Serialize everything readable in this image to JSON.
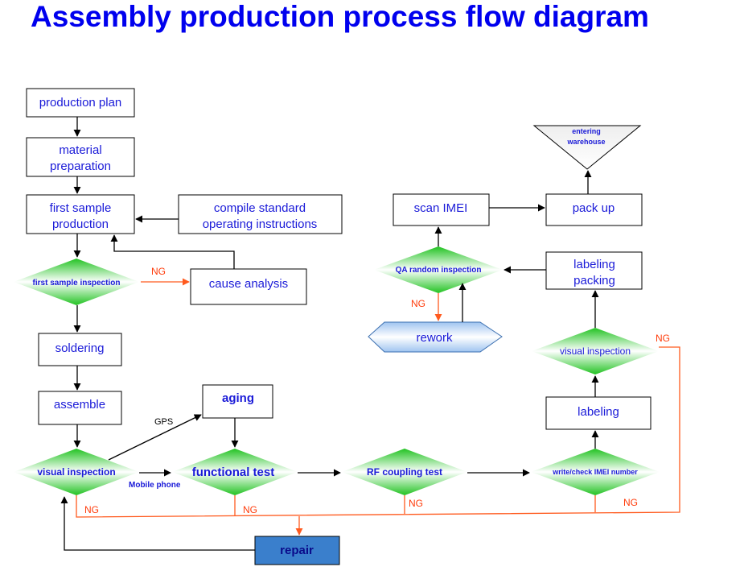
{
  "title": "Assembly production process flow diagram",
  "nodes": {
    "production_plan": "production plan",
    "material_prep_1": "material",
    "material_prep_2": "preparation",
    "first_sample_1": "first sample",
    "first_sample_2": "production",
    "compile_1": "compile standard",
    "compile_2": "operating instructions",
    "first_sample_inspection": "first sample inspection",
    "cause_analysis": "cause analysis",
    "soldering": "soldering",
    "assemble": "assemble",
    "aging": "aging",
    "visual_inspection_1": "visual inspection",
    "functional_test": "functional test",
    "rf_coupling_test": "RF coupling test",
    "write_check_imei": "write/check IMEI number",
    "repair": "repair",
    "labeling": "labeling",
    "visual_inspection_2": "visual inspection",
    "labeling_packing_1": "labeling",
    "labeling_packing_2": "packing",
    "qa_random_inspection": "QA random inspection",
    "rework": "rework",
    "scan_imei": "scan IMEI",
    "pack_up": "pack up",
    "entering_1": "entering",
    "entering_2": "warehouse"
  },
  "edge_labels": {
    "ng": "NG",
    "gps": "GPS",
    "mobile_phone": "Mobile phone"
  },
  "colors": {
    "title": "#0000ee",
    "label": "#1a1ad8",
    "ng_line": "#ff5a1e",
    "decision_green": "#22c322",
    "rework_blue": "#bcd8f6",
    "repair_blue": "#3a7fcc"
  }
}
